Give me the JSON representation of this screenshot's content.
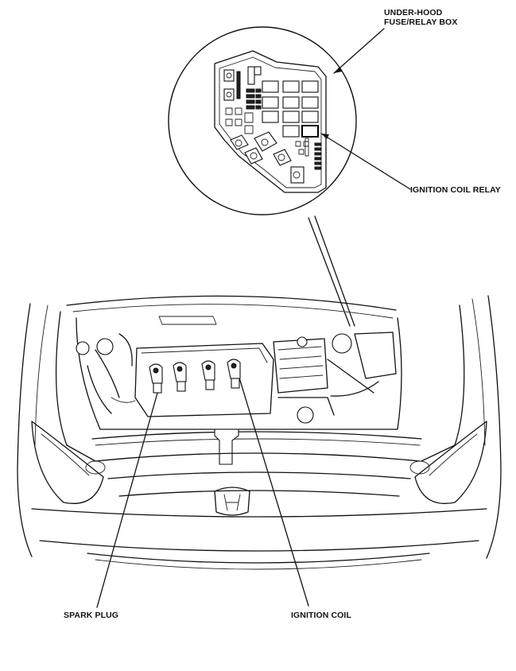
{
  "labels": {
    "fuse_box_line1": "UNDER-HOOD",
    "fuse_box_line2": "FUSE/RELAY BOX",
    "ignition_coil_relay": "IGNITION COIL RELAY",
    "spark_plug": "SPARK PLUG",
    "ignition_coil": "IGNITION COIL"
  }
}
